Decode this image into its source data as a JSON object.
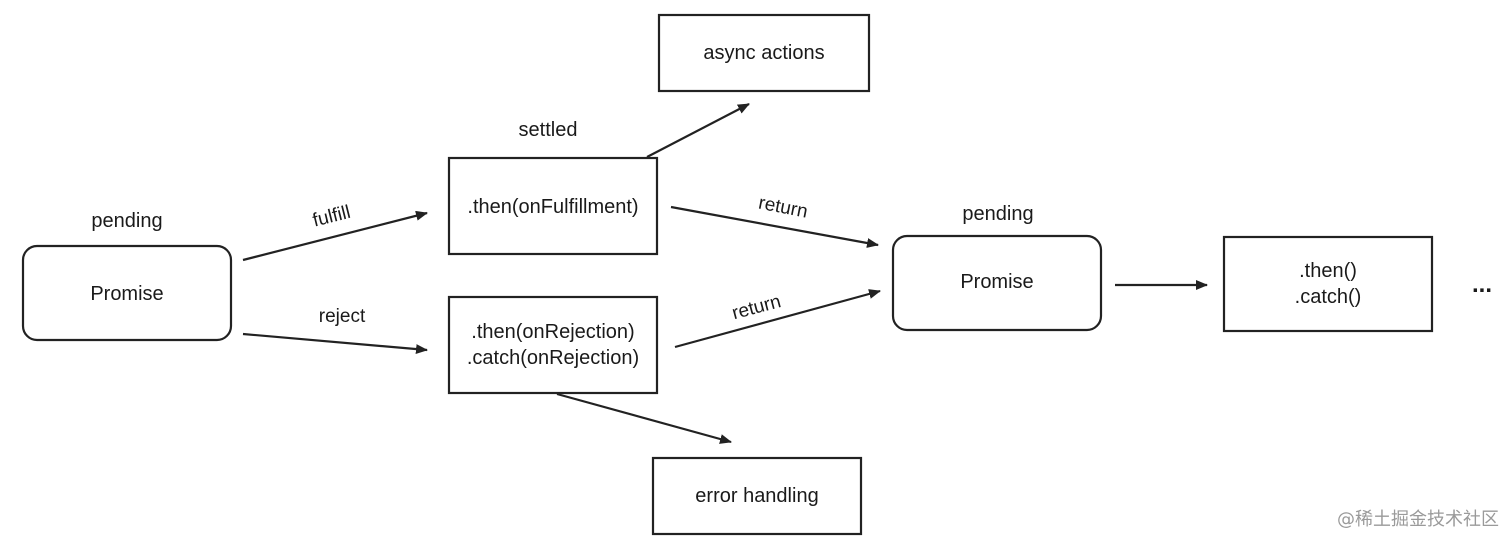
{
  "diagram": {
    "promise_1": {
      "state": "pending",
      "label": "Promise"
    },
    "settled_label": "settled",
    "fulfill_label": "fulfill",
    "reject_label": "reject",
    "then_fulfillment": ".then(onFulfillment)",
    "rejection_handlers": {
      "line1": ".then(onRejection)",
      "line2": ".catch(onRejection)"
    },
    "async_actions": "async actions",
    "error_handling": "error handling",
    "return_top": "return",
    "return_bottom": "return",
    "promise_2": {
      "state": "pending",
      "label": "Promise"
    },
    "next_methods": {
      "line1": ".then()",
      "line2": ".catch()"
    },
    "ellipsis": "...",
    "watermark": "@稀土掘金技术社区"
  }
}
